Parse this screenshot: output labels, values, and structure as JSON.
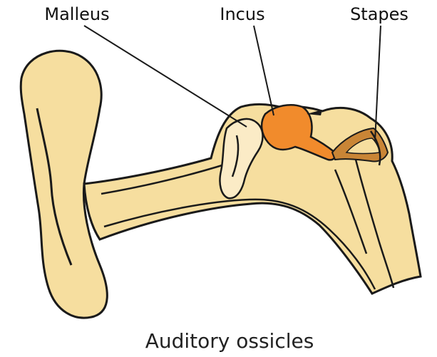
{
  "diagram": {
    "labels": {
      "malleus": "Malleus",
      "incus": "Incus",
      "stapes": "Stapes"
    },
    "caption": "Auditory ossicles",
    "colors": {
      "tissue": "#F6DE9F",
      "tissue_light": "#FBEBC6",
      "incus": "#F18B2C",
      "stapes": "#C98536",
      "outline": "#1a1a1a"
    }
  }
}
